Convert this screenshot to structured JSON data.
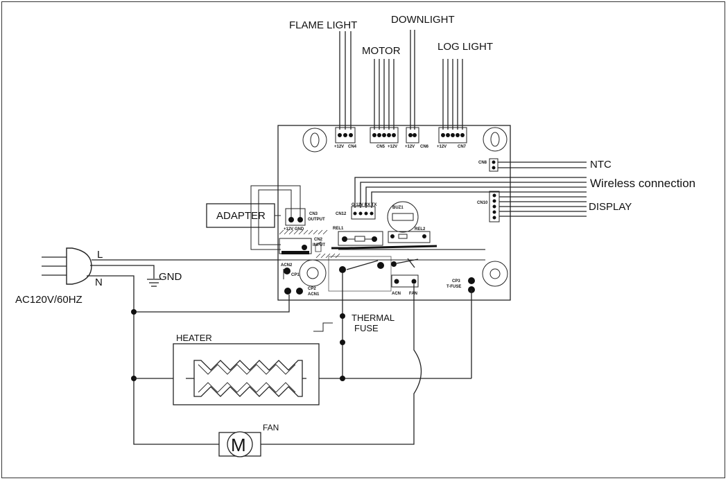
{
  "labels": {
    "flame_light": "FLAME LIGHT",
    "downlight": "DOWNLIGHT",
    "motor": "MOTOR",
    "log_light": "LOG LIGHT",
    "ntc": "NTC",
    "wireless": "Wireless connection",
    "display": "DISPLAY",
    "adapter": "ADAPTER",
    "line": "L",
    "neutral": "N",
    "gnd": "GND",
    "power": "AC120V/60HZ",
    "thermal_fuse_1": "THERMAL",
    "thermal_fuse_2": "FUSE",
    "heater": "HEATER",
    "fan": "FAN",
    "motor_symbol": "M"
  },
  "board": {
    "cn4": "CN4",
    "cn4_pin": "+12V",
    "cn5": "CN5",
    "cn5_pin": "+12V",
    "cn6": "CN6",
    "cn6_pin": "+12V",
    "cn7": "CN7",
    "cn7_pin": "+12V",
    "cn8": "CN8",
    "cn10": "CN10",
    "cn12": "CN12",
    "cn12_pins": "G 12V RX TX",
    "cn3": "CN3",
    "cn3_sub": "OUTPUT",
    "cn3_pins": "+12V  GND",
    "cn2": "CN2",
    "cn2_sub": "INPUT",
    "rel1": "REL1",
    "rel2": "REL2",
    "buz1": "BUZ1",
    "acn2": "ACN2",
    "acn1": "ACN1",
    "cp1": "CP1",
    "cp2": "CP2",
    "cp3": "CP3",
    "tfuse": "T-FUSE",
    "acn": "ACN",
    "fan": "FAN"
  }
}
